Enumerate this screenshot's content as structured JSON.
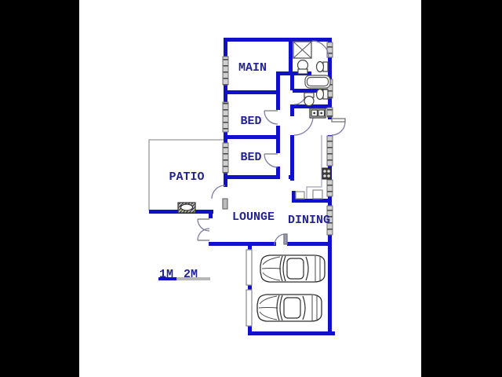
{
  "image": {
    "description": "Residential floor plan drawing, letterboxed on black background",
    "letterbox_color": "#000000",
    "paper_color": "#ffffff"
  },
  "floorplan": {
    "room_labels": {
      "main": "MAIN",
      "bed1": "BED",
      "bed2": "BED",
      "patio": "PATIO",
      "lounge": "LOUNGE",
      "dining": "DINING"
    },
    "scale_bar": {
      "label_1m": "1M",
      "label_2m": "2M",
      "segment_1_color": "#1111cc",
      "segment_2_color": "#b8b8b8"
    },
    "colors": {
      "wall": "#1111cc",
      "label_text": "#232394",
      "window_fill": "#cfcfcf",
      "fixture_outline": "#444444",
      "door_arc": "#7d7da8"
    },
    "fixtures": [
      "shower",
      "toilet",
      "toilet",
      "wall-basin",
      "wall-basin",
      "bathtub",
      "double-kitchen-sink",
      "stove",
      "kitchen-counter",
      "cupboards",
      "patio-basin"
    ],
    "garage": {
      "cars": 2,
      "garage_doors": 2
    }
  }
}
